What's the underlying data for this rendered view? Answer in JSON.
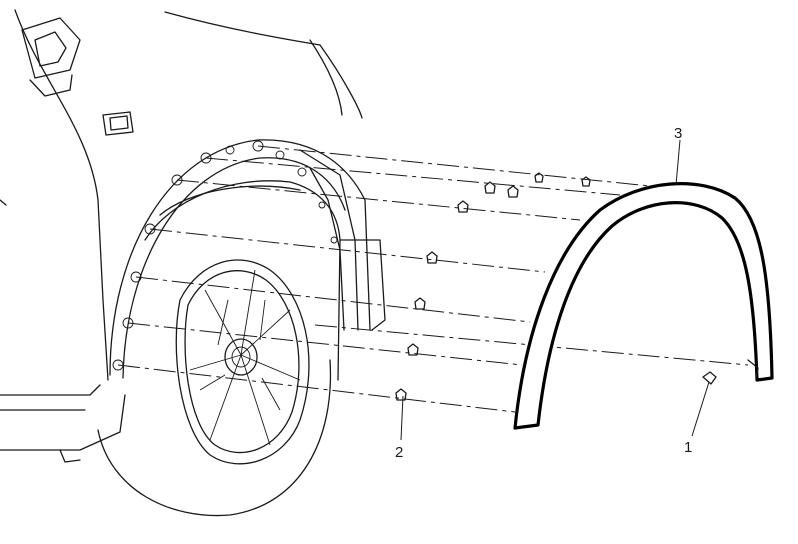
{
  "callouts": [
    {
      "id": "1",
      "label": "1"
    },
    {
      "id": "2",
      "label": "2"
    },
    {
      "id": "3",
      "label": "3"
    }
  ],
  "colors": {
    "line": "#1a1a1a",
    "background": "#ffffff"
  }
}
